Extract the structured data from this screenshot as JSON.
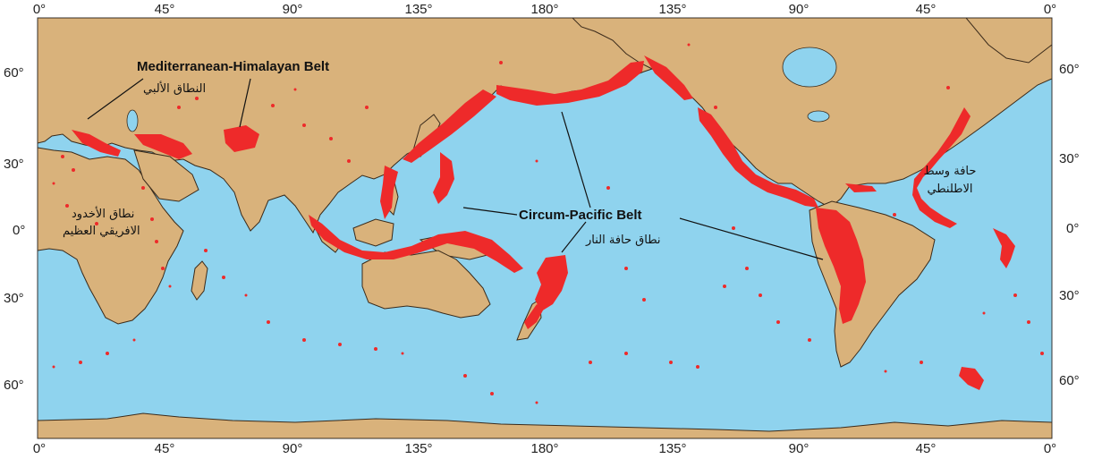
{
  "map": {
    "colors": {
      "ocean": "#8fd3ee",
      "land": "#d9b27b",
      "earthquake": "#ee2a2a",
      "coast": "#3a2a1a"
    },
    "top_ticks": [
      "0°",
      "45°",
      "90°",
      "135°",
      "180°",
      "135°",
      "90°",
      "45°",
      "0°"
    ],
    "bottom_ticks": [
      "0°",
      "45°",
      "90°",
      "135°",
      "180°",
      "135°",
      "90°",
      "45°",
      "0°"
    ],
    "left_ticks": [
      "60°",
      "30°",
      "0°",
      "30°",
      "60°"
    ],
    "right_ticks": [
      "60°",
      "30°",
      "0°",
      "30°",
      "60°"
    ],
    "labels": {
      "med_himalayan_en": "Mediterranean-Himalayan Belt",
      "med_himalayan_ar": "النطاق الألبي",
      "circum_pacific_en": "Circum-Pacific Belt",
      "circum_pacific_ar": "نطاق حافة النار",
      "east_african_ar_1": "نطاق الأخدود",
      "east_african_ar_2": "الافريقي العظيم",
      "mid_atlantic_ar_1": "حافة وسط",
      "mid_atlantic_ar_2": "الاطلنطي"
    }
  }
}
